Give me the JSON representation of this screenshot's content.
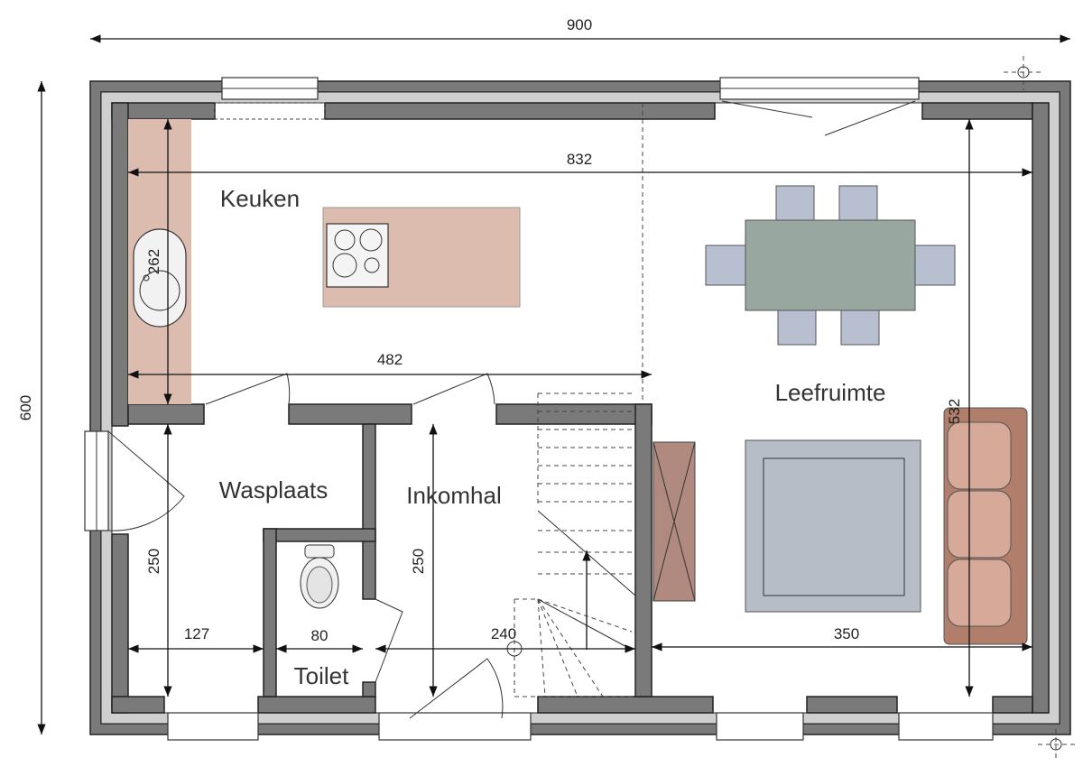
{
  "dimensions": {
    "total_width": "900",
    "total_height": "600",
    "inner_width": "832",
    "kitchen_width": "482",
    "kitchen_depth": "262",
    "living_depth": "532",
    "wasplaats_depth": "250",
    "hall_depth": "250",
    "wasplaats_width": "127",
    "toilet_width": "80",
    "stair_width": "240",
    "living_width": "350"
  },
  "rooms": {
    "kitchen": "Keuken",
    "living": "Leefruimte",
    "laundry": "Wasplaats",
    "hall": "Inkomhal",
    "toilet": "Toilet"
  },
  "colors": {
    "wall": "#7a7a7a",
    "counter": "#dcbcae",
    "table": "#98a8a0",
    "chair": "#b8bfd0",
    "rug": "#b6bdc6",
    "sofa": "#d7a999"
  }
}
